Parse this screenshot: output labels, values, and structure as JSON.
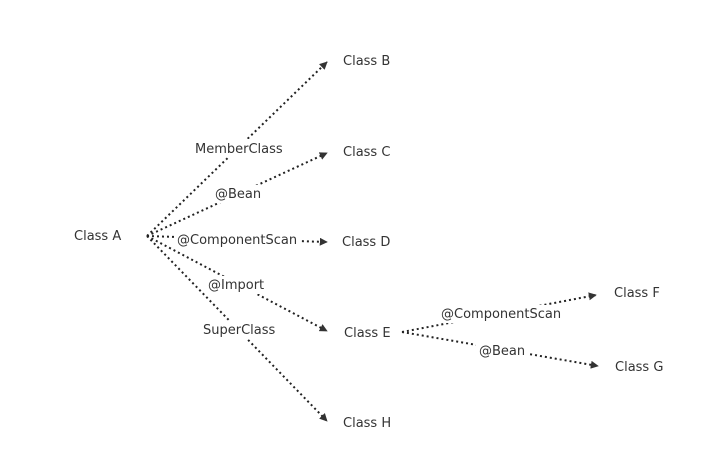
{
  "nodes": {
    "a": "Class A",
    "b": "Class B",
    "c": "Class C",
    "d": "Class D",
    "e": "Class E",
    "f": "Class F",
    "g": "Class G",
    "h": "Class H"
  },
  "edges": [
    {
      "from": "Class A",
      "to": "Class B",
      "label": "MemberClass"
    },
    {
      "from": "Class A",
      "to": "Class C",
      "label": "@Bean"
    },
    {
      "from": "Class A",
      "to": "Class D",
      "label": "@ComponentScan"
    },
    {
      "from": "Class A",
      "to": "Class E",
      "label": "@Import"
    },
    {
      "from": "Class A",
      "to": "Class H",
      "label": "SuperClass"
    },
    {
      "from": "Class E",
      "to": "Class F",
      "label": "@ComponentScan"
    },
    {
      "from": "Class E",
      "to": "Class G",
      "label": "@Bean"
    }
  ]
}
